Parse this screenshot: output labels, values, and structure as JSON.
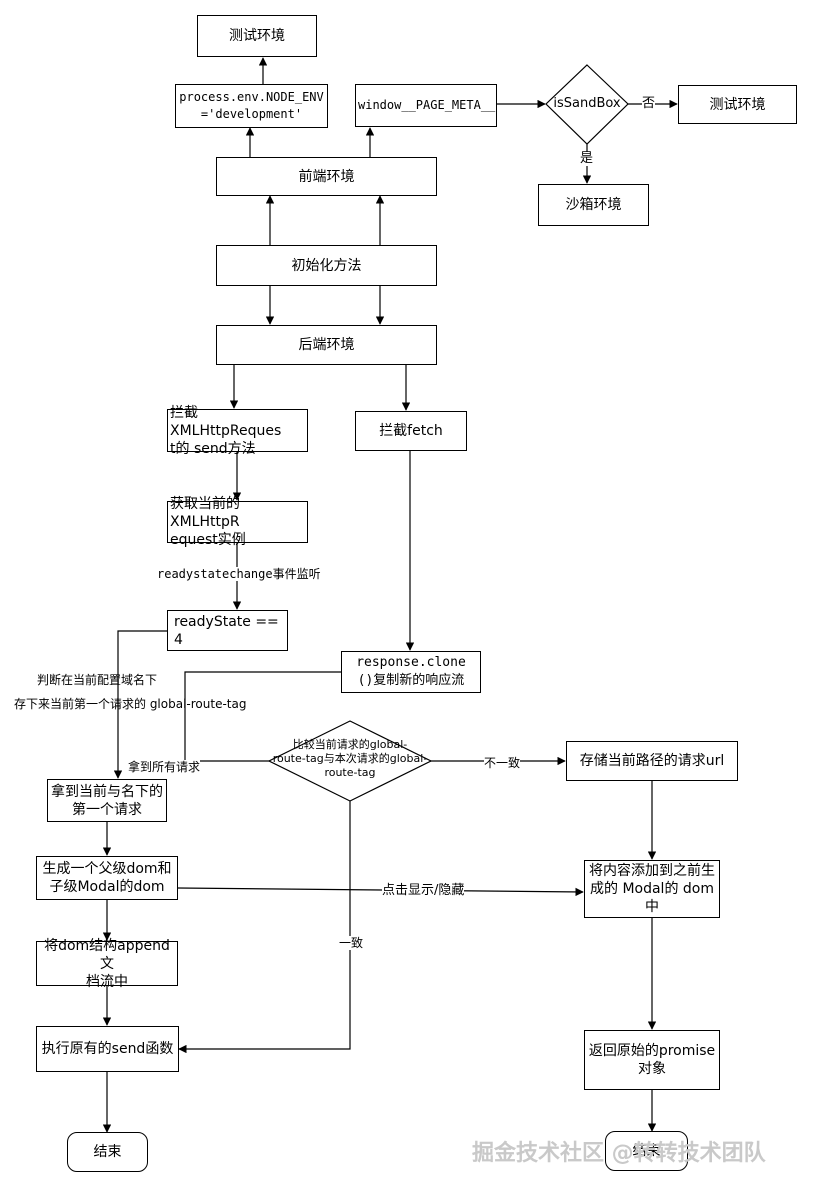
{
  "nodes": {
    "test_env_top": "测试环境",
    "node_env": "process.env.NODE_ENV\n='development'",
    "window_meta": "window__PAGE_META__",
    "is_sandbox": "isSandBox",
    "test_env_right": "测试环境",
    "sandbox_env": "沙箱环境",
    "frontend_env": "前端环境",
    "init_method": "初始化方法",
    "backend_env": "后端环境",
    "intercept_xhr": "拦截XMLHttpReques\nt的 send方法",
    "intercept_fetch": "拦截fetch",
    "get_xhr_instance": "获取当前的XMLHttpR\nequest实例",
    "ready_state": "readyState == 4",
    "response_clone": "response.clone\n()复制新的响应流",
    "compare": "比较当前请求的global-\nroute-tag与本次请求的global-\nroute-tag",
    "store_url": "存储当前路径的请求url",
    "get_first_request": "拿到当前与名下的\n第一个请求",
    "create_dom": "生成一个父级dom和\n子级Modal的dom",
    "append_dom": "将dom结构append文\n档流中",
    "exec_send": "执行原有的send函数",
    "end_left": "结束",
    "add_content": "将内容添加到之前生\n成的 Modal的 dom\n中",
    "return_promise": "返回原始的promise\n对象",
    "end_right": "结束"
  },
  "labels": {
    "no": "否",
    "yes": "是",
    "readystatechange": "readystatechange事件监听",
    "judge_domain": "判断在当前配置域名下",
    "store_first_tag": "存下来当前第一个请求的 global-route-tag",
    "get_all_requests": "拿到所有请求",
    "mismatch": "不一致",
    "click_toggle": "点击显示/隐藏",
    "match": "一致"
  },
  "watermark": "掘金技术社区 @转转技术团队"
}
